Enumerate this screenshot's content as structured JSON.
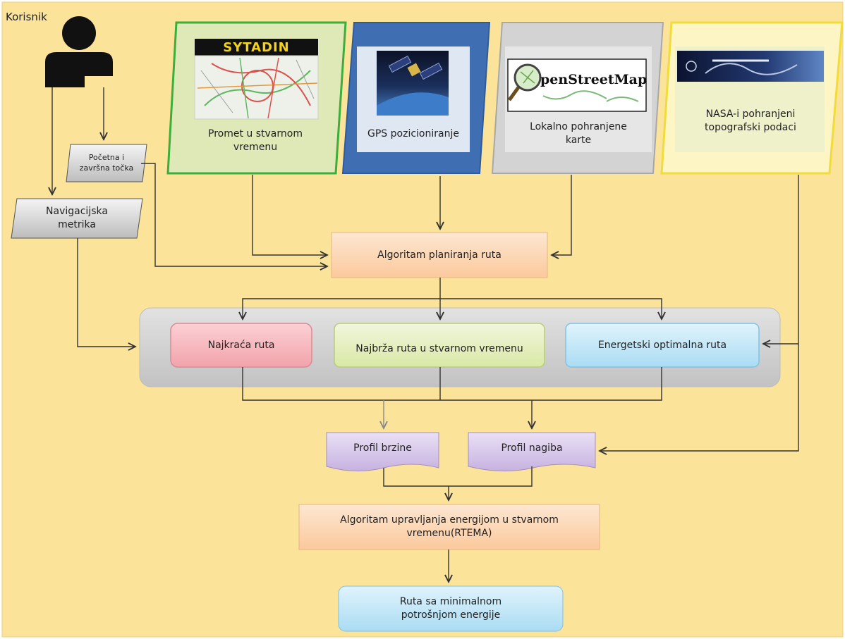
{
  "user": {
    "label": "Korisnik"
  },
  "inputs": {
    "start_end": "Početna i\nzavršna točka",
    "nav_metric": "Navigacijska\nmetrika"
  },
  "sources": {
    "traffic": {
      "logo_text": "SYTADIN",
      "label": "Promet u stvarnom\nvremenu",
      "icon": "traffic-map-icon",
      "border": "#3cae3c"
    },
    "gps": {
      "label": "GPS pozicioniranje",
      "icon": "satellite-icon",
      "border": "#3a6aad"
    },
    "maps": {
      "logo_text": "penStreetMap",
      "label": "Lokalno pohranjene\nkarte",
      "icon": "openstreetmap-logo-icon",
      "border": "#a8a8a8"
    },
    "nasa": {
      "label": "NASA-i pohranjeni\ntopografski podaci",
      "icon": "srtm-banner-icon",
      "border": "#f0dc3a"
    }
  },
  "planning": {
    "label": "Algoritam planiranja ruta"
  },
  "routes": {
    "shortest": "Najkraća ruta",
    "fastest": "Najbrža ruta u stvarnom vremenu",
    "energy": "Energetski optimalna ruta"
  },
  "profiles": {
    "speed": "Profil brzine",
    "slope": "Profil nagiba"
  },
  "rtema": {
    "label": "Algoritam upravljanja energijom u stvarnom\nvremenu(RTEMA)"
  },
  "result": {
    "label": "Ruta sa minimalnom\npotrošnjom energije"
  },
  "colors": {
    "background": "#fbe39a",
    "orange_box": "#fbd8b4",
    "red_box": "#f6b7bd",
    "green_box": "#e5efc0",
    "blue_box": "#c6e6f7",
    "purple_doc": "#d7c8ea",
    "gray_panel": "#d2d2d2",
    "arrow": "#333333"
  }
}
